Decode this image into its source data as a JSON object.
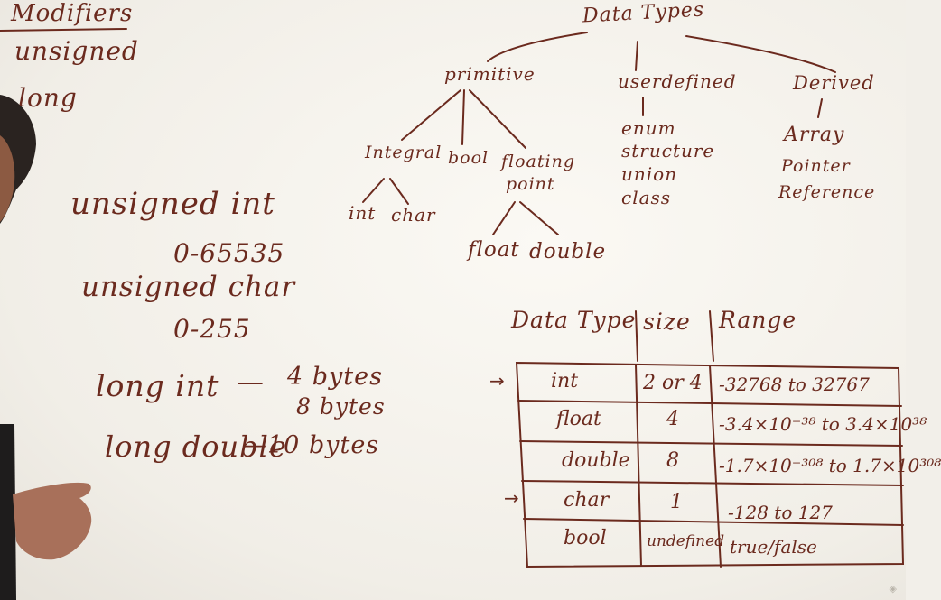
{
  "modifiers": {
    "heading": "Modifiers",
    "items": [
      "unsigned",
      "long"
    ]
  },
  "tree": {
    "root": "Data Types",
    "primitive": {
      "label": "primitive",
      "integral": "Integral",
      "bool": "bool",
      "floating_line1": "floating",
      "floating_line2": "point",
      "integral_children": [
        "int",
        "char"
      ],
      "floating_children": [
        "float",
        "double"
      ]
    },
    "userdefined": {
      "label": "userdefined",
      "items": [
        "enum",
        "structure",
        "union",
        "class"
      ]
    },
    "derived": {
      "label": "Derived",
      "items": [
        "Array",
        "Pointer",
        "Reference"
      ]
    }
  },
  "notes": {
    "unsigned_int": "unsigned int",
    "unsigned_int_range": "0-65535",
    "unsigned_char": "unsigned char",
    "unsigned_char_range": "0-255",
    "long_int": "long int",
    "dash": "—",
    "long_int_size_a": "4 bytes",
    "long_int_size_b": "8 bytes",
    "long_double": "long double",
    "long_double_size": "—10 bytes"
  },
  "table": {
    "headers": [
      "Data Type",
      "size",
      "Range"
    ],
    "rows": [
      {
        "type": "int",
        "size": "2 or 4",
        "range": "-32768 to 32767",
        "arrow": "→"
      },
      {
        "type": "float",
        "size": "4",
        "range": "-3.4×10⁻³⁸ to 3.4×10³⁸",
        "arrow": ""
      },
      {
        "type": "double",
        "size": "8",
        "range": "-1.7×10⁻³⁰⁸ to 1.7×10³⁰⁸",
        "arrow": ""
      },
      {
        "type": "char",
        "size": "1",
        "range": "-128 to 127",
        "arrow": "→"
      },
      {
        "type": "bool",
        "size": "undefined",
        "range": "true/false",
        "arrow": ""
      }
    ]
  },
  "colors": {
    "ink": "#6b2a1e",
    "board": "#f5f2ec"
  }
}
